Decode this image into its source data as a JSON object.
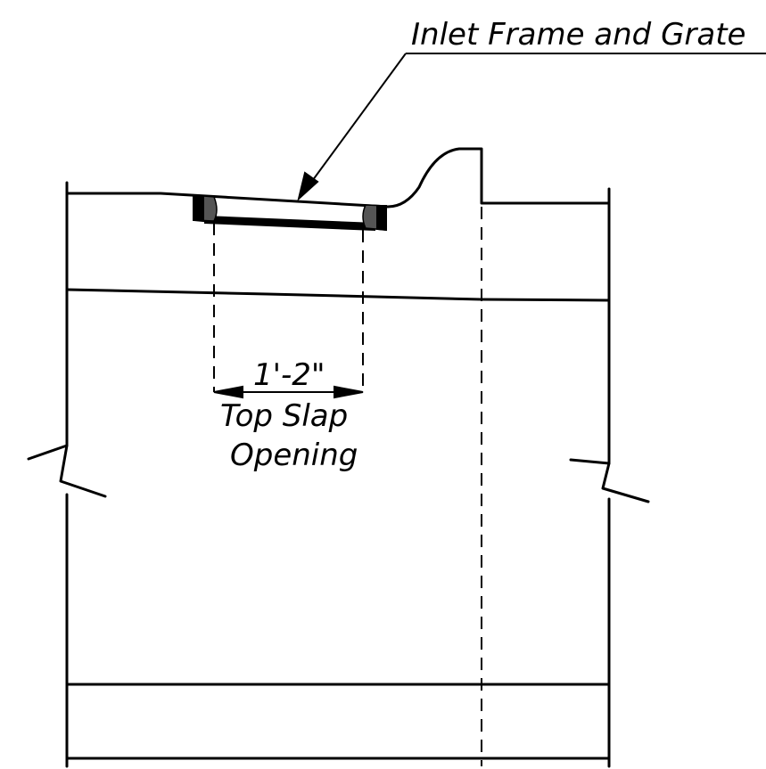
{
  "labels": {
    "callout": "Inlet Frame and Grate",
    "dimension_value": "1'-2\"",
    "dimension_caption_line1": "Top Slap",
    "dimension_caption_line2": "Opening"
  }
}
